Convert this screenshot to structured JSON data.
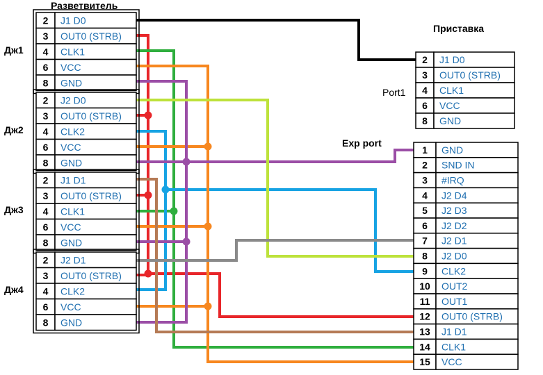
{
  "titles": {
    "splitter": "Разветвитель",
    "console": "Приставка",
    "port1": "Port1",
    "exp_port": "Exp port"
  },
  "joysticks": [
    {
      "label": "Дж1",
      "rows": [
        {
          "pin": "2",
          "signal": "J1 D0"
        },
        {
          "pin": "3",
          "signal": "OUT0 (STRB)"
        },
        {
          "pin": "4",
          "signal": "CLK1"
        },
        {
          "pin": "6",
          "signal": "VCC"
        },
        {
          "pin": "8",
          "signal": "GND"
        }
      ]
    },
    {
      "label": "Дж2",
      "rows": [
        {
          "pin": "2",
          "signal": "J2 D0"
        },
        {
          "pin": "3",
          "signal": "OUT0 (STRB)"
        },
        {
          "pin": "4",
          "signal": "CLK2"
        },
        {
          "pin": "6",
          "signal": "VCC"
        },
        {
          "pin": "8",
          "signal": "GND"
        }
      ]
    },
    {
      "label": "Дж3",
      "rows": [
        {
          "pin": "2",
          "signal": "J1 D1"
        },
        {
          "pin": "3",
          "signal": "OUT0 (STRB)"
        },
        {
          "pin": "4",
          "signal": "CLK1"
        },
        {
          "pin": "6",
          "signal": "VCC"
        },
        {
          "pin": "8",
          "signal": "GND"
        }
      ]
    },
    {
      "label": "Дж4",
      "rows": [
        {
          "pin": "2",
          "signal": "J2 D1"
        },
        {
          "pin": "3",
          "signal": "OUT0 (STRB)"
        },
        {
          "pin": "4",
          "signal": "CLK2"
        },
        {
          "pin": "6",
          "signal": "VCC"
        },
        {
          "pin": "8",
          "signal": "GND"
        }
      ]
    }
  ],
  "port1": [
    {
      "pin": "2",
      "signal": "J1 D0"
    },
    {
      "pin": "3",
      "signal": "OUT0 (STRB)"
    },
    {
      "pin": "4",
      "signal": "CLK1"
    },
    {
      "pin": "6",
      "signal": "VCC"
    },
    {
      "pin": "8",
      "signal": "GND"
    }
  ],
  "exp_port": [
    {
      "pin": "1",
      "signal": "GND"
    },
    {
      "pin": "2",
      "signal": "SND IN"
    },
    {
      "pin": "3",
      "signal": "#IRQ"
    },
    {
      "pin": "4",
      "signal": "J2 D4"
    },
    {
      "pin": "5",
      "signal": "J2 D3"
    },
    {
      "pin": "6",
      "signal": "J2 D2"
    },
    {
      "pin": "7",
      "signal": "J2 D1"
    },
    {
      "pin": "8",
      "signal": "J2 D0"
    },
    {
      "pin": "9",
      "signal": "CLK2"
    },
    {
      "pin": "10",
      "signal": "OUT2"
    },
    {
      "pin": "11",
      "signal": "OUT1"
    },
    {
      "pin": "12",
      "signal": "OUT0 (STRB)"
    },
    {
      "pin": "13",
      "signal": "J1 D1"
    },
    {
      "pin": "14",
      "signal": "CLK1"
    },
    {
      "pin": "15",
      "signal": "VCC"
    }
  ],
  "wire_colors": {
    "j1d0": "#000000",
    "strb": "#e8262a",
    "clk1": "#2fae3e",
    "vcc": "#f7871f",
    "gnd": "#9b4ea6",
    "j2d0": "#bde23b",
    "clk2": "#17a3e3",
    "j1d1": "#b57a55",
    "j2d1": "#8a8a8a"
  }
}
